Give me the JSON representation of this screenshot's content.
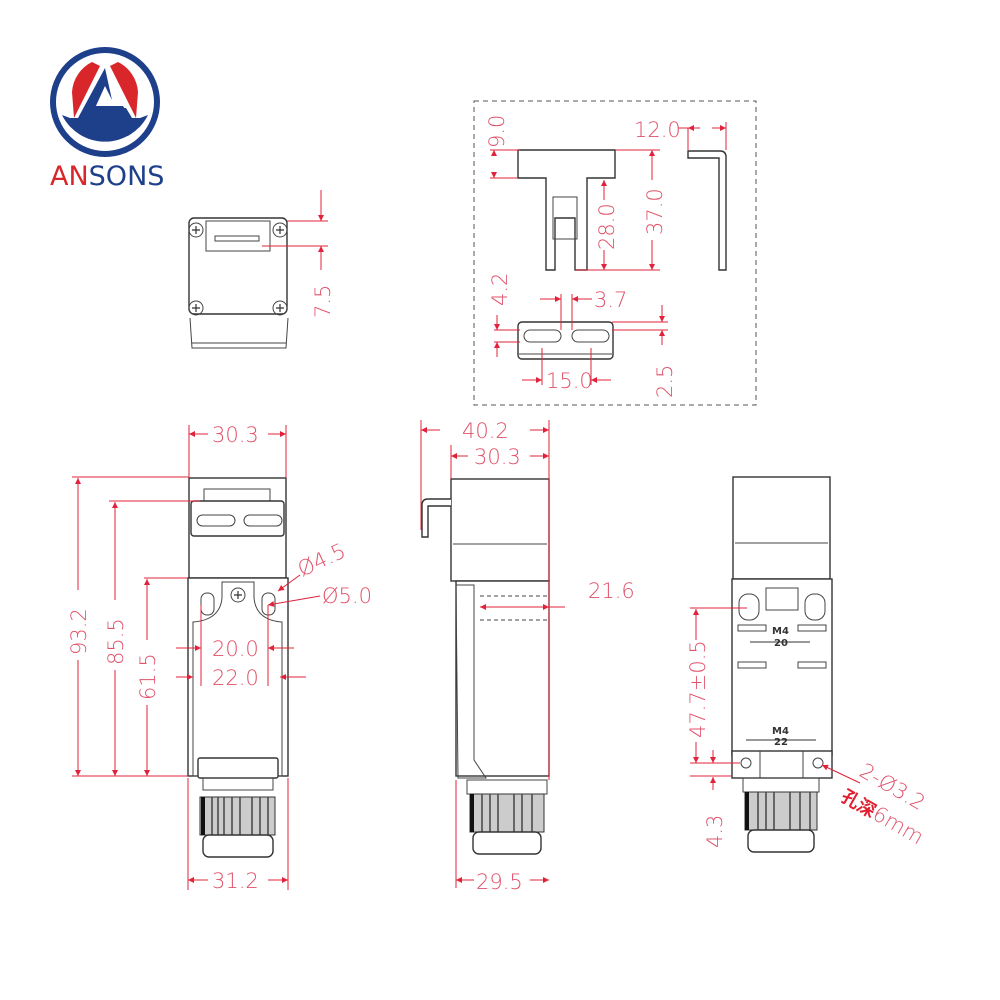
{
  "brand": {
    "logo_text_red": "AN",
    "logo_text_blue": "SONS",
    "colors": {
      "red": "#d8262a",
      "blue": "#1e3f8a",
      "dimension": "#e0526a",
      "outline": "#333333"
    }
  },
  "top_view": {
    "dim_height": "7.5"
  },
  "actuator_detail": {
    "dims": {
      "flange_height": "9.0",
      "slot_length": "28.0",
      "total_length": "37.0",
      "bend_width": "12.0",
      "slot_height": "4.2",
      "slot_gap": "3.7",
      "slot_pitch": "15.0",
      "thickness": "2.5"
    }
  },
  "front_view": {
    "dims": {
      "width_top": "30.3",
      "height_total": "93.2",
      "height_actuator": "85.5",
      "height_body": "61.5",
      "hole_small": "Ø4.5",
      "hole_large": "Ø5.0",
      "hole_pitch_inner": "20.0",
      "hole_pitch_outer": "22.0",
      "width_bottom": "31.2"
    }
  },
  "side_view": {
    "dims": {
      "width_total": "40.2",
      "width_body": "30.3",
      "depth_offset": "21.6",
      "width_bottom": "29.5"
    }
  },
  "back_view": {
    "dims": {
      "hole_height": "47.7±0.5",
      "base_offset": "4.3",
      "holes": "2-Ø3.2",
      "hole_depth_cn": "孔深",
      "hole_depth": "6mm"
    },
    "labels": {
      "m4_top": "M4",
      "pitch_top": "20",
      "m4_bottom": "M4",
      "pitch_bottom": "22"
    }
  }
}
